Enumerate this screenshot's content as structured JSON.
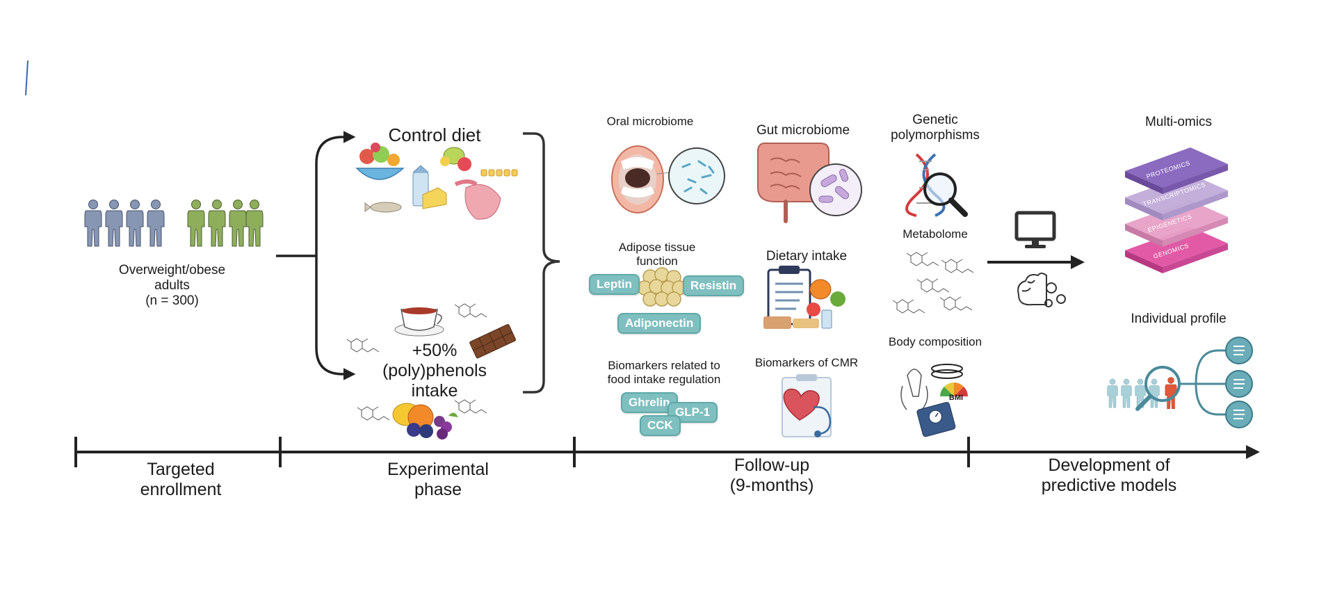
{
  "enrollment": {
    "participants": "Overweight/obese\nadults\n(n = 300)"
  },
  "arms": {
    "control": "Control diet",
    "polyphenol": "+50%\n(poly)phenols\nintake"
  },
  "followup_items": {
    "oral_microbiome": "Oral microbiome",
    "gut_microbiome": "Gut microbiome",
    "genetic_polymorphisms": "Genetic\npolymorphisms",
    "adipose_tissue": "Adipose tissue\nfunction",
    "dietary_intake": "Dietary intake",
    "metabolome": "Metabolome",
    "food_intake_biomarkers": "Biomarkers related to\nfood intake regulation",
    "cmr_biomarkers": "Biomarkers of CMR",
    "body_composition": "Body composition"
  },
  "adipokines": {
    "leptin": "Leptin",
    "resistin": "Resistin",
    "adiponectin": "Adiponectin"
  },
  "appetite_hormones": {
    "ghrelin": "Ghrelin",
    "glp1": "GLP-1",
    "cck": "CCK"
  },
  "bmi_label": "BMI",
  "models": {
    "multiomics": "Multi-omics",
    "individual_profile": "Individual profile",
    "layers": [
      "PROTEOMICS",
      "TRANSCRIPTOMICS",
      "EPIGENETICS",
      "GENOMICS"
    ]
  },
  "timeline": {
    "phases": [
      "Targeted\nenrollment",
      "Experimental\nphase",
      "Follow-up\n(9-months)",
      "Development of\npredictive models"
    ]
  },
  "colors": {
    "line": "#222222",
    "person_overweight": "#8796b3",
    "person_obese": "#8fae5c",
    "teal": "#7fbfbf",
    "omics_purple": "#8b6bc0",
    "omics_lilac": "#c1abd9",
    "omics_pink": "#e7a0c6",
    "omics_magenta": "#e25aa5",
    "heart": "#d9545c",
    "dna_red": "#d43c3c",
    "dna_blue": "#3a72b0"
  }
}
